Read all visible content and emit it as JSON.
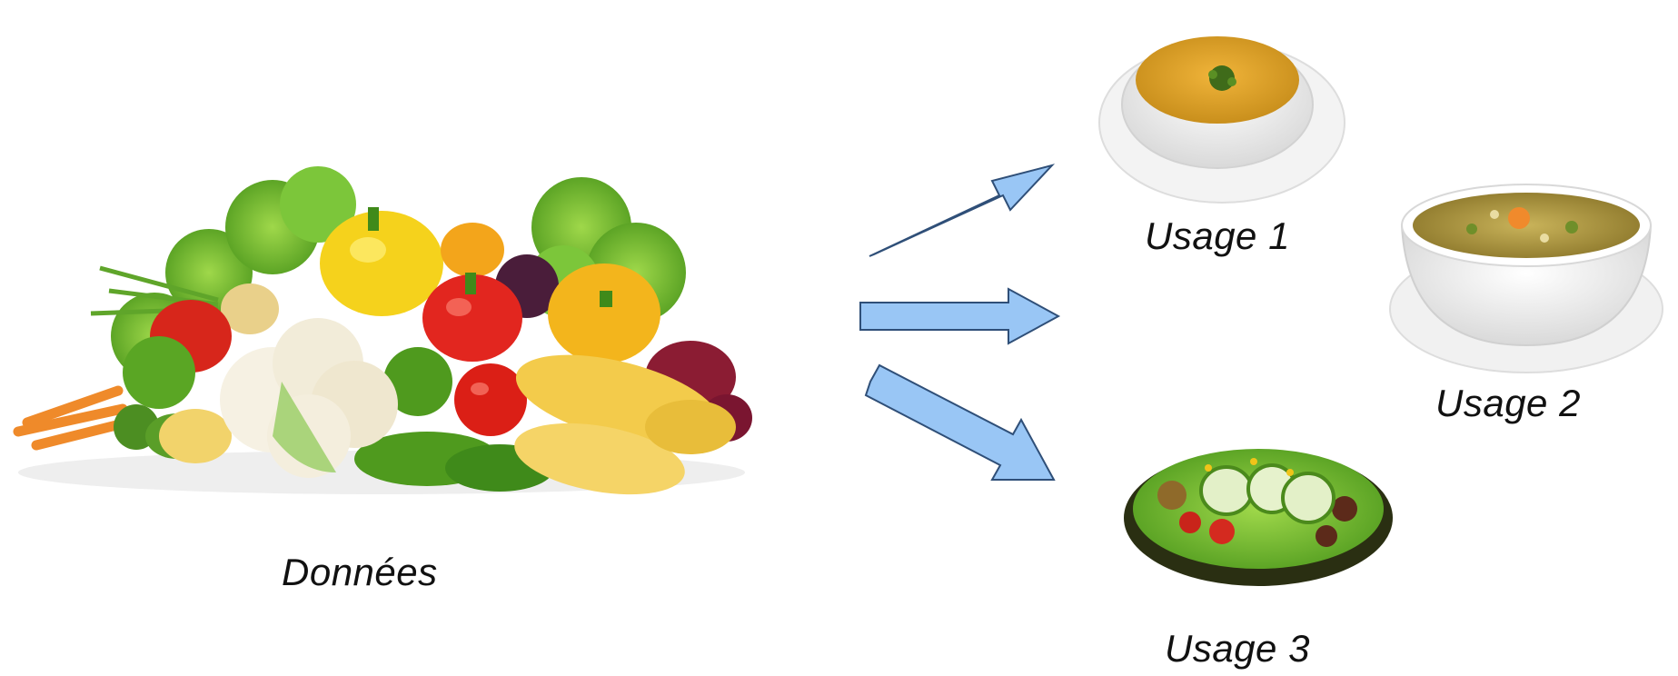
{
  "labels": {
    "source": "Données",
    "usage_1": "Usage 1",
    "usage_2": "Usage 2",
    "usage_3": "Usage 3"
  },
  "illustrations": {
    "source": "vegetables-pile",
    "usage_1": "creamy-soup-bowl",
    "usage_2": "vegetable-broth-bowl",
    "usage_3": "salad-plate"
  },
  "colors": {
    "arrow_fill": "#99c6f5",
    "arrow_stroke": "#2f4f78",
    "label_text": "#111111"
  }
}
